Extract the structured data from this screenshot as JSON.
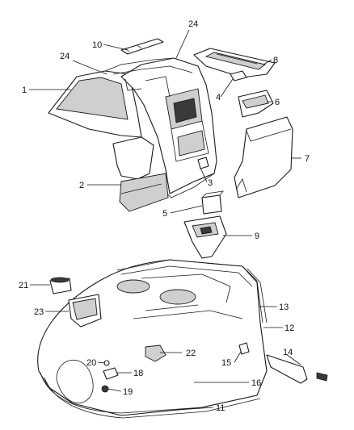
{
  "diagram": {
    "callouts": [
      {
        "id": "c1",
        "label": "1"
      },
      {
        "id": "c2",
        "label": "2"
      },
      {
        "id": "c3",
        "label": "3"
      },
      {
        "id": "c4",
        "label": "4"
      },
      {
        "id": "c5",
        "label": "5"
      },
      {
        "id": "c6",
        "label": "6"
      },
      {
        "id": "c7",
        "label": "7"
      },
      {
        "id": "c8",
        "label": "8"
      },
      {
        "id": "c9",
        "label": "9"
      },
      {
        "id": "c10",
        "label": "10"
      },
      {
        "id": "c11",
        "label": "11"
      },
      {
        "id": "c12",
        "label": "12"
      },
      {
        "id": "c13",
        "label": "13"
      },
      {
        "id": "c14",
        "label": "14"
      },
      {
        "id": "c15",
        "label": "15"
      },
      {
        "id": "c16",
        "label": "16"
      },
      {
        "id": "c18",
        "label": "18"
      },
      {
        "id": "c19",
        "label": "19"
      },
      {
        "id": "c20",
        "label": "20"
      },
      {
        "id": "c21",
        "label": "21"
      },
      {
        "id": "c22",
        "label": "22"
      },
      {
        "id": "c23",
        "label": "23"
      },
      {
        "id": "c24a",
        "label": "24"
      },
      {
        "id": "c24b",
        "label": "24"
      }
    ]
  }
}
